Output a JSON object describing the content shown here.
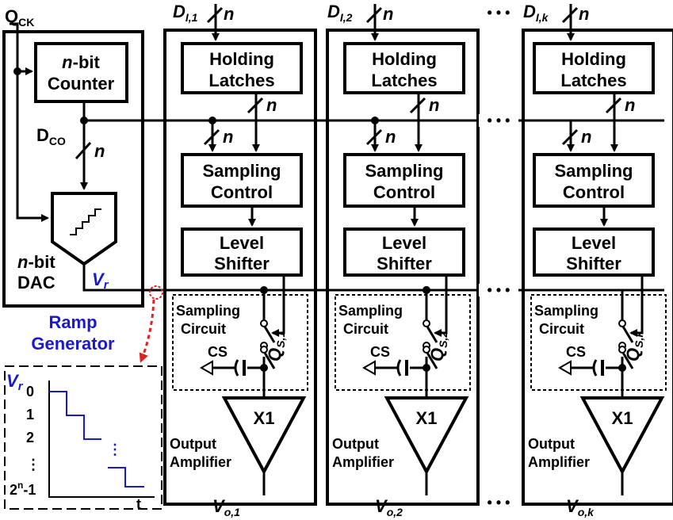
{
  "ramp_generator": {
    "clock": "Q",
    "clock_sub": "CK",
    "counter_line1": "n",
    "counter_line1b": "-bit",
    "counter_line2": "Counter",
    "dco": "D",
    "dco_sub": "CO",
    "bus_n": "n",
    "dac_line1": "n",
    "dac_line1b": "-bit",
    "dac_line2": "DAC",
    "vr": "V",
    "vr_sub": "r",
    "title_line1": "Ramp",
    "title_line2": "Generator"
  },
  "inset": {
    "vr": "V",
    "vr_sub": "r",
    "levels": [
      "0",
      "1",
      "2"
    ],
    "last_level": "2",
    "last_level_sup": "n",
    "last_level_suffix": "-1",
    "t_label": "t"
  },
  "channel_common": {
    "holding_line1": "Holding",
    "holding_line2": "Latches",
    "sampling_ctrl_line1": "Sampling",
    "sampling_ctrl_line2": "Control",
    "level_line1": "Level",
    "level_line2": "Shifter",
    "sampling_circ_line1": "Sampling",
    "sampling_circ_line2": "Circuit",
    "cs": "CS",
    "amp": "X1",
    "output_line1": "Output",
    "output_line2": "Amplifier",
    "bus_n": "n"
  },
  "channels": [
    {
      "din": "D",
      "din_sub": "I,1",
      "qs": "Q",
      "qs_sub": "S,1",
      "vo": "V",
      "vo_sub": "o,1"
    },
    {
      "din": "D",
      "din_sub": "I,2",
      "qs": "Q",
      "qs_sub": "S,2",
      "vo": "V",
      "vo_sub": "o,2"
    },
    {
      "din": "D",
      "din_sub": "I,k",
      "qs": "Q",
      "qs_sub": "S,k",
      "vo": "V",
      "vo_sub": "o,k"
    }
  ],
  "ellipsis": "• • •",
  "colors": {
    "accent": "#1a1acc",
    "link_arrow": "#dd2222"
  }
}
